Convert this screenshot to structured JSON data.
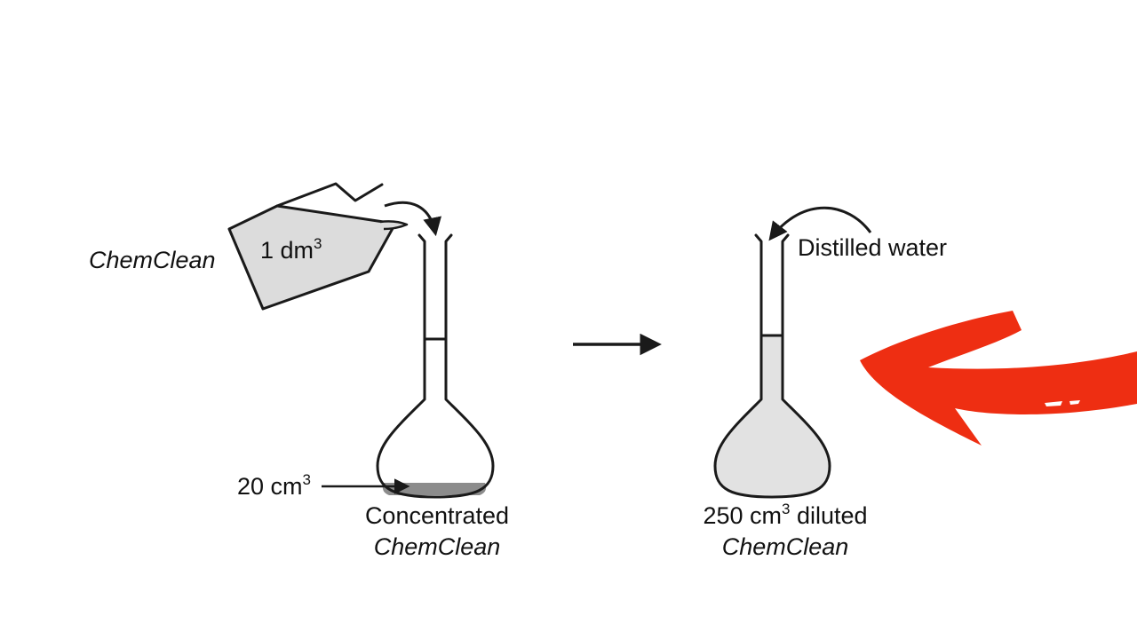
{
  "labels": {
    "bottle_brand": "ChemClean",
    "bottle_volume_value": "1 dm",
    "bottle_volume_exp": "3",
    "concentrate_volume_value": "20 cm",
    "concentrate_volume_exp": "3",
    "left_flask_line1": "Concentrated",
    "left_flask_line2": "ChemClean",
    "water_label": "Distilled water",
    "right_flask_line1_value": "250 cm",
    "right_flask_line1_exp": "3",
    "right_flask_line1_suffix": " diluted",
    "right_flask_line2": "ChemClean"
  },
  "colors": {
    "background": "#ffffff",
    "outline": "#1a1a1a",
    "bottle_fill": "#dcdcdc",
    "concentrate_fill": "#8c8c8c",
    "diluted_fill": "#e2e2e2",
    "highlight_arrow": "#ee2e12"
  }
}
